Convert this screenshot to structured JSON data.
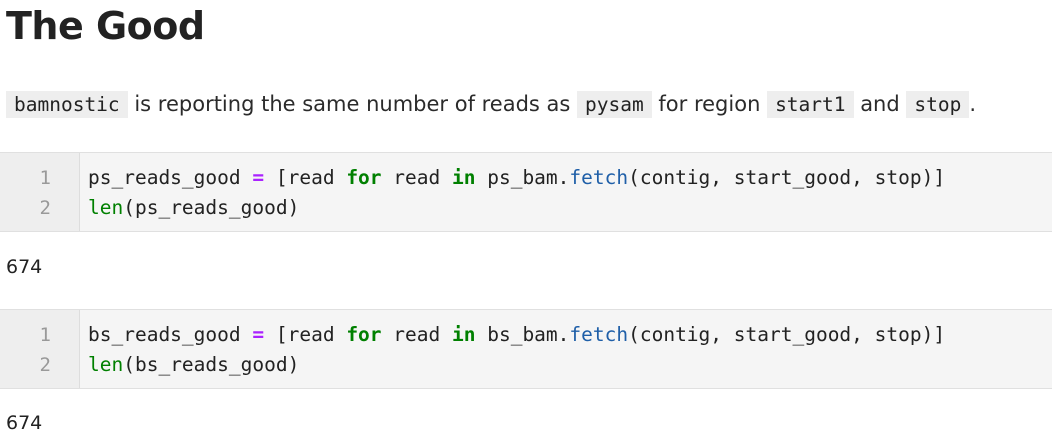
{
  "heading": "The Good",
  "paragraph": {
    "code1": "bamnostic",
    "text1": " is reporting the same number of reads as ",
    "code2": "pysam",
    "text2": " for region ",
    "code3": "start1",
    "text3": " and ",
    "code4": "stop",
    "text4": "."
  },
  "cells": [
    {
      "line_numbers": [
        "1",
        "2"
      ],
      "line1": {
        "var": "ps_reads_good",
        "eq": "=",
        "open": " [read ",
        "for": "for",
        "mid": " read ",
        "in": "in",
        "obj": " ps_bam.",
        "method": "fetch",
        "args": "(contig, start_good, stop)]"
      },
      "line2": {
        "builtin": "len",
        "args": "(ps_reads_good)"
      },
      "output": "674"
    },
    {
      "line_numbers": [
        "1",
        "2"
      ],
      "line1": {
        "var": "bs_reads_good",
        "eq": "=",
        "open": " [read ",
        "for": "for",
        "mid": " read ",
        "in": "in",
        "obj": " bs_bam.",
        "method": "fetch",
        "args": "(contig, start_good, stop)]"
      },
      "line2": {
        "builtin": "len",
        "args": "(bs_reads_good)"
      },
      "output": "674"
    }
  ]
}
